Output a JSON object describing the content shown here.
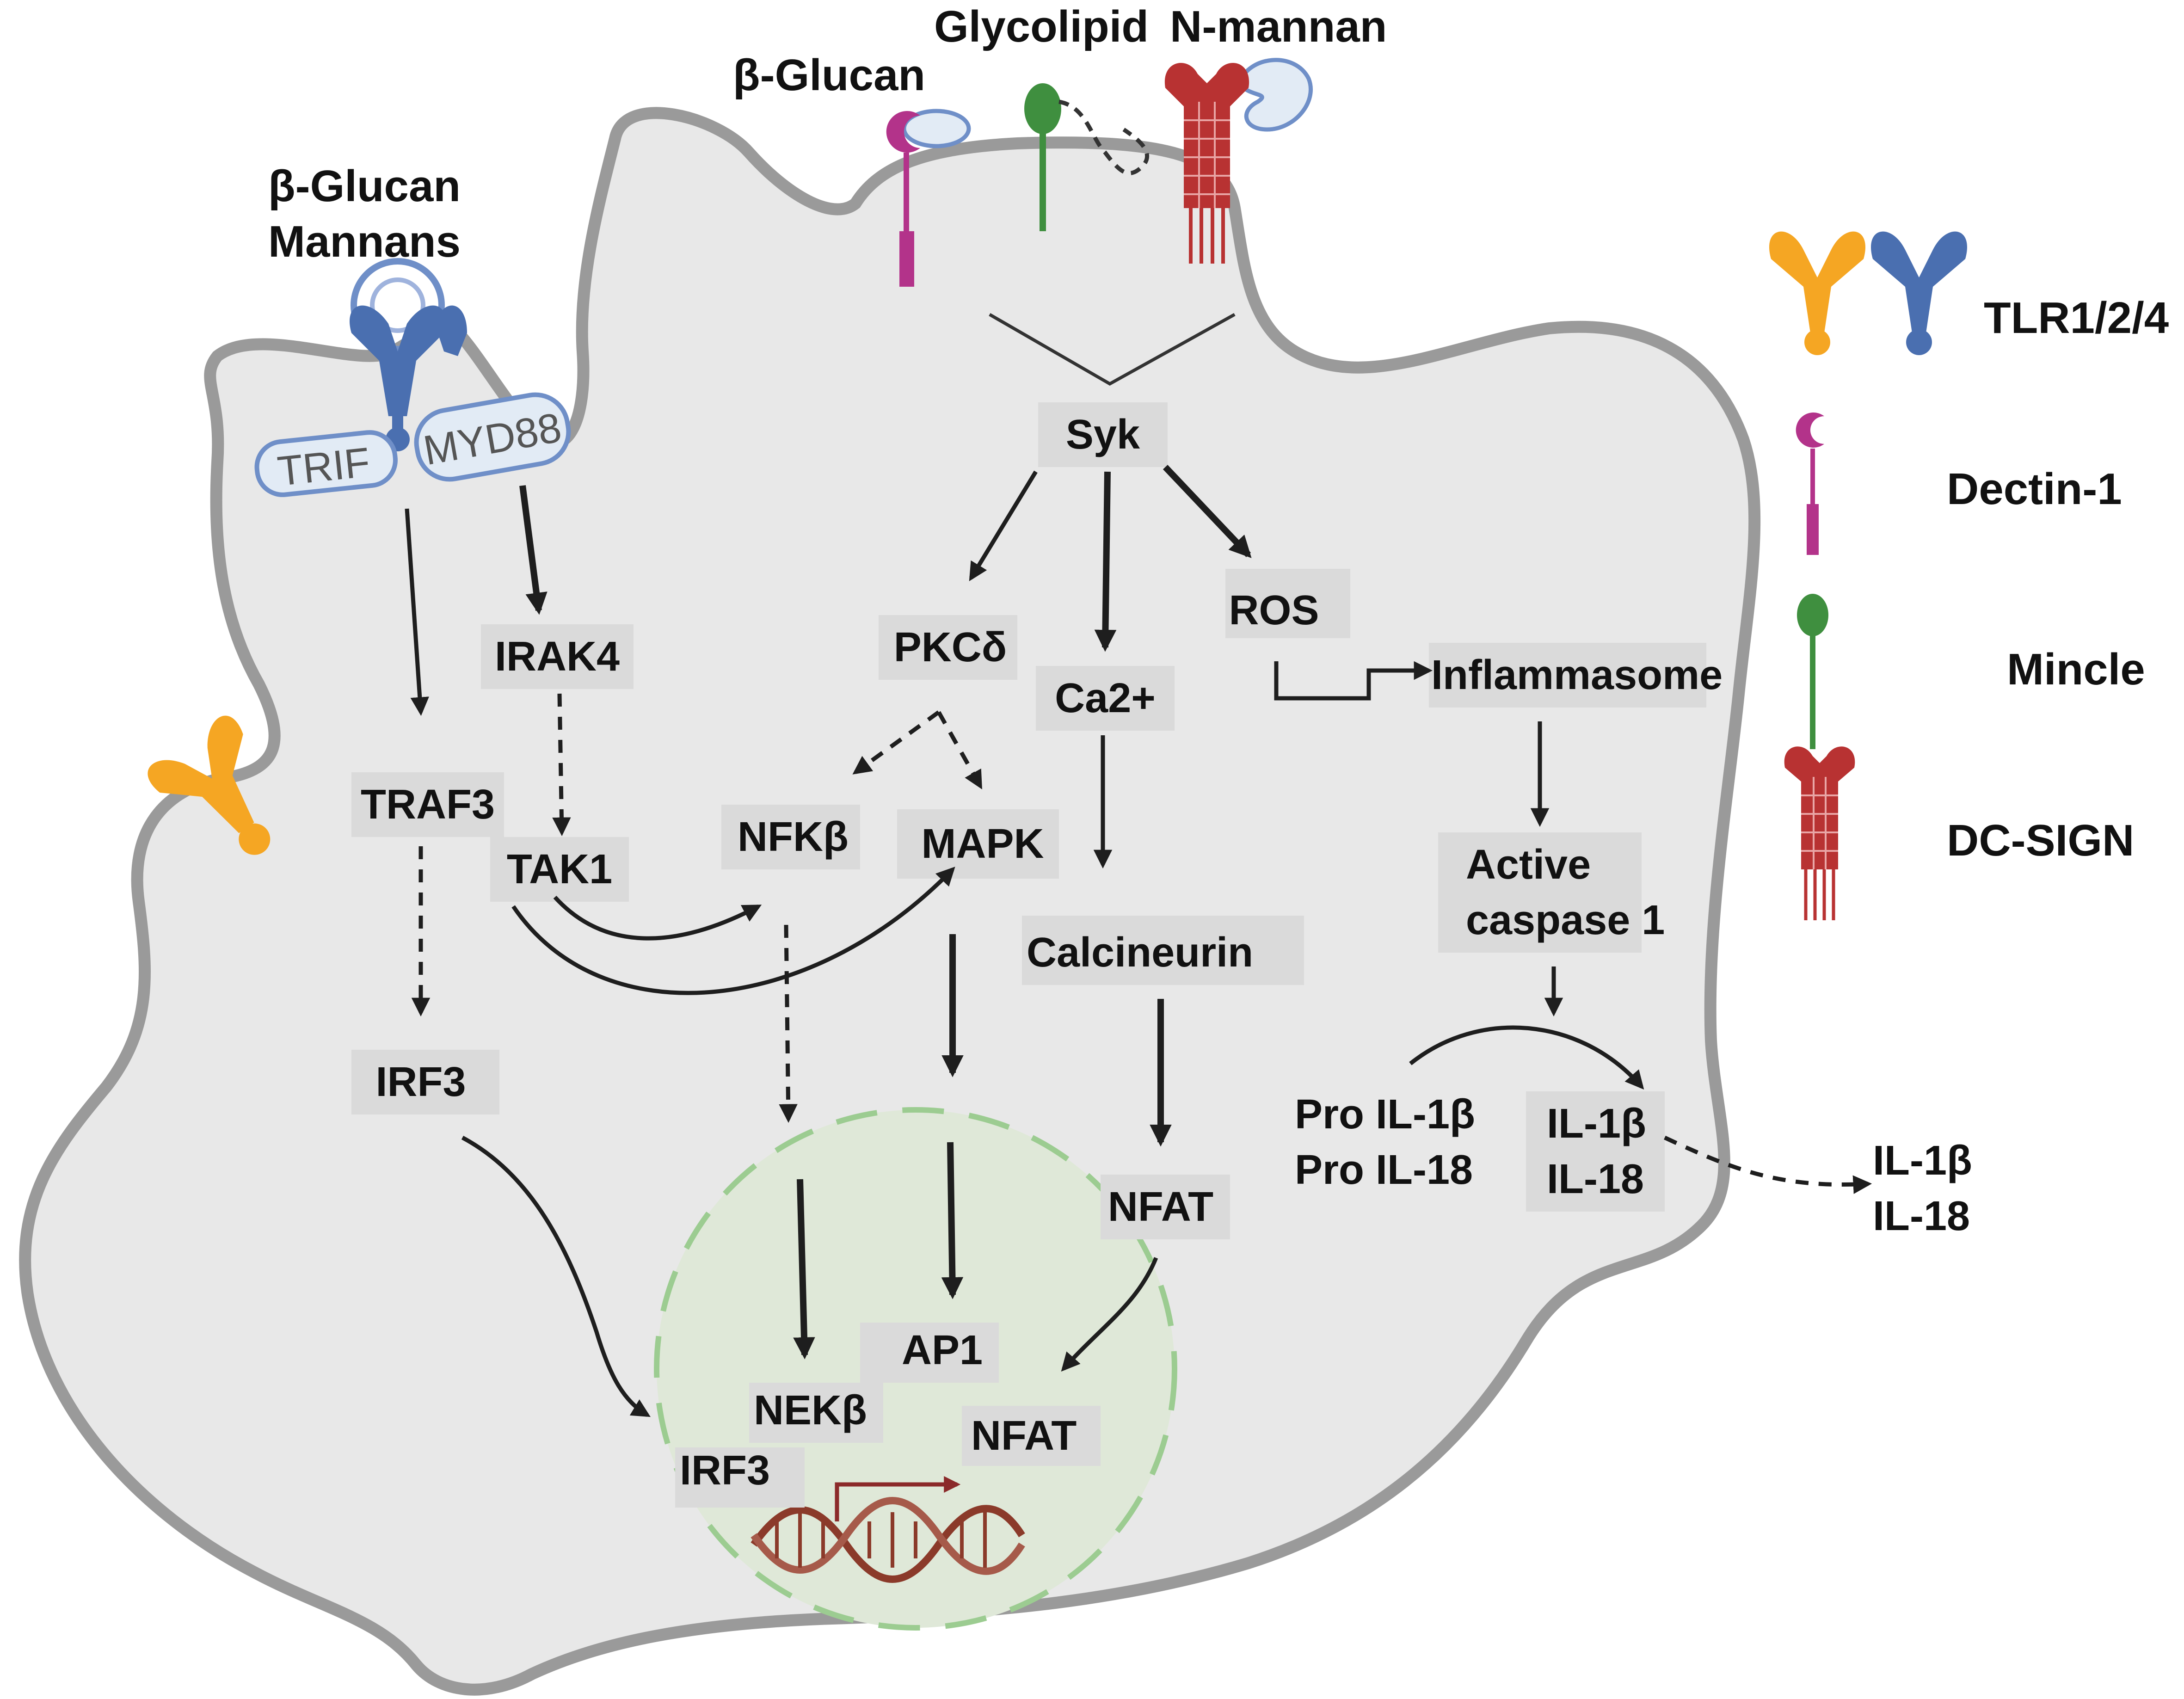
{
  "colors": {
    "cell_fill": "#e8e8e8",
    "cell_outline": "#9a9a9a",
    "nucleus_fill": "#dfe8d8",
    "nucleus_outline": "#9ccc91",
    "tlr_orange": "#f5a623",
    "tlr_blue": "#4a6fb0",
    "dectin": "#b3338a",
    "mincle": "#3f8f3f",
    "dcsign": "#b83232",
    "dna": "#8b3a2a"
  },
  "ligands": {
    "tlr": [
      "β-Glucan",
      "Mannans"
    ],
    "dectin": "β-Glucan",
    "mincle": "Glycolipid",
    "dcsign": "N-mannan"
  },
  "adaptors": {
    "trif": "TRIF",
    "myd88": "MYD88"
  },
  "nodes": {
    "syk": "Syk",
    "irak4": "IRAK4",
    "traf3": "TRAF3",
    "tak1": "TAK1",
    "irf3": "IRF3",
    "pkcd": "PKCδ",
    "ca2": "Ca2+",
    "ros": "ROS",
    "inflammasome": "Inflammasome",
    "nfkb": "NFKβ",
    "mapk": "MAPK",
    "calcineurin": "Calcineurin",
    "active_caspase": [
      "Active",
      "caspase 1"
    ],
    "nfat": "NFAT",
    "pro_il": [
      "Pro IL-1β",
      "Pro IL-18"
    ],
    "il_inside": [
      "IL-1β",
      "IL-18"
    ],
    "il_outside": [
      "IL-1β",
      "IL-18"
    ]
  },
  "nucleus": {
    "nekb": "NEKβ",
    "ap1": "AP1",
    "nfat": "NFAT",
    "irf3": "IRF3"
  },
  "legend": {
    "tlr": "TLR1/2/4",
    "dectin": "Dectin-1",
    "mincle": "Mincle",
    "dcsign": "DC-SIGN"
  }
}
